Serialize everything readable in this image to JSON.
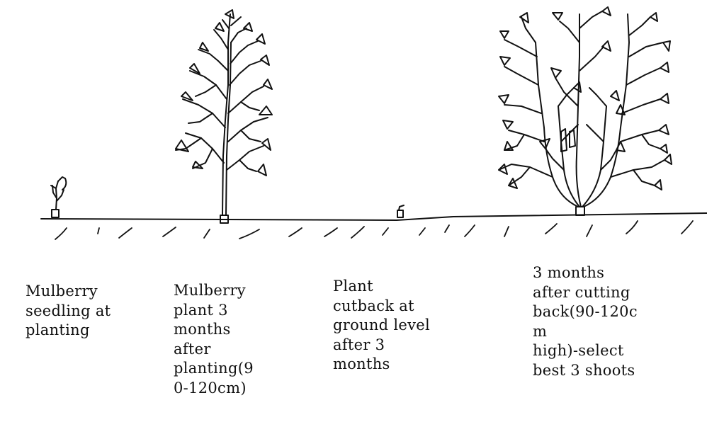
{
  "stages": [
    {
      "caption": "Mulberry\nseedling at\nplanting"
    },
    {
      "caption": "Mulberry\nplant 3\nmonths\nafter\nplanting(9\n0-120cm)"
    },
    {
      "caption": "Plant\ncutback at\nground level\nafter 3\nmonths"
    },
    {
      "caption": "3 months\nafter cutting\nback(90-120c\nm\nhigh)-select\nbest 3 shoots"
    }
  ],
  "colors": {
    "line": "#111111",
    "background": "#ffffff"
  }
}
